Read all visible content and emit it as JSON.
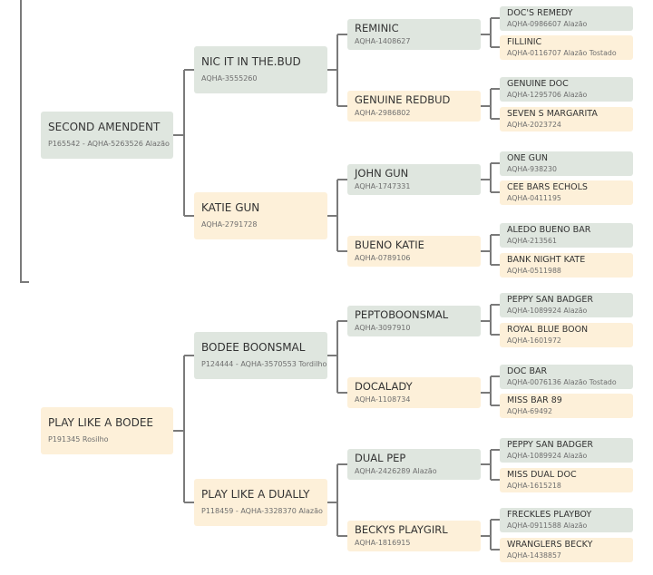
{
  "pedigree": {
    "g1": [
      {
        "name": "SECOND AMENDENT",
        "sub": "P165542 - AQHA-5263526 Alazão",
        "sex": "sire"
      },
      {
        "name": "PLAY LIKE A BODEE",
        "sub": "P191345 Rosilho",
        "sex": "dam"
      }
    ],
    "g2": [
      {
        "name": "NIC IT IN THE.BUD",
        "sub": "AQHA-3555260",
        "sex": "sire"
      },
      {
        "name": "KATIE GUN",
        "sub": "AQHA-2791728",
        "sex": "dam"
      },
      {
        "name": "BODEE BOONSMAL",
        "sub": "P124444 - AQHA-3570553 Tordilho",
        "sex": "sire"
      },
      {
        "name": "PLAY LIKE A DUALLY",
        "sub": "P118459 - AQHA-3328370 Alazão",
        "sex": "dam"
      }
    ],
    "g3": [
      {
        "name": "REMINIC",
        "sub": "AQHA-1408627",
        "sex": "sire"
      },
      {
        "name": "GENUINE REDBUD",
        "sub": "AQHA-2986802",
        "sex": "dam"
      },
      {
        "name": "JOHN GUN",
        "sub": "AQHA-1747331",
        "sex": "sire"
      },
      {
        "name": "BUENO KATIE",
        "sub": "AQHA-0789106",
        "sex": "dam"
      },
      {
        "name": "PEPTOBOONSMAL",
        "sub": "AQHA-3097910",
        "sex": "sire"
      },
      {
        "name": "DOCALADY",
        "sub": "AQHA-1108734",
        "sex": "dam"
      },
      {
        "name": "DUAL PEP",
        "sub": "AQHA-2426289 Alazão",
        "sex": "sire"
      },
      {
        "name": "BECKYS PLAYGIRL",
        "sub": "AQHA-1816915",
        "sex": "dam"
      }
    ],
    "g4": [
      {
        "name": "DOC'S REMEDY",
        "sub": "AQHA-0986607 Alazão",
        "sex": "sire"
      },
      {
        "name": "FILLINIC",
        "sub": "AQHA-0116707 Alazão Tostado",
        "sex": "dam"
      },
      {
        "name": "GENUINE DOC",
        "sub": "AQHA-1295706 Alazão",
        "sex": "sire"
      },
      {
        "name": "SEVEN S MARGARITA",
        "sub": "AQHA-2023724",
        "sex": "dam"
      },
      {
        "name": "ONE GUN",
        "sub": "AQHA-938230",
        "sex": "sire"
      },
      {
        "name": "CEE BARS ECHOLS",
        "sub": "AQHA-0411195",
        "sex": "dam"
      },
      {
        "name": "ALEDO BUENO BAR",
        "sub": "AQHA-213561",
        "sex": "sire"
      },
      {
        "name": "BANK NIGHT KATE",
        "sub": "AQHA-0511988",
        "sex": "dam"
      },
      {
        "name": "PEPPY SAN BADGER",
        "sub": "AQHA-1089924 Alazão",
        "sex": "sire"
      },
      {
        "name": "ROYAL BLUE BOON",
        "sub": "AQHA-1601972",
        "sex": "dam"
      },
      {
        "name": "DOC BAR",
        "sub": "AQHA-0076136 Alazão Tostado",
        "sex": "sire"
      },
      {
        "name": "MISS BAR 89",
        "sub": "AQHA-69492",
        "sex": "dam"
      },
      {
        "name": "PEPPY SAN BADGER",
        "sub": "AQHA-1089924 Alazão",
        "sex": "sire"
      },
      {
        "name": "MISS DUAL DOC",
        "sub": "AQHA-1615218",
        "sex": "dam"
      },
      {
        "name": "FRECKLES PLAYBOY",
        "sub": "AQHA-0911588 Alazão",
        "sex": "sire"
      },
      {
        "name": "WRANGLERS BECKY",
        "sub": "AQHA-1438857",
        "sex": "dam"
      }
    ]
  },
  "colors": {
    "sire_box": "#dfe6df",
    "dam_box": "#fdf0d9",
    "connector": "#7a7a7a"
  }
}
